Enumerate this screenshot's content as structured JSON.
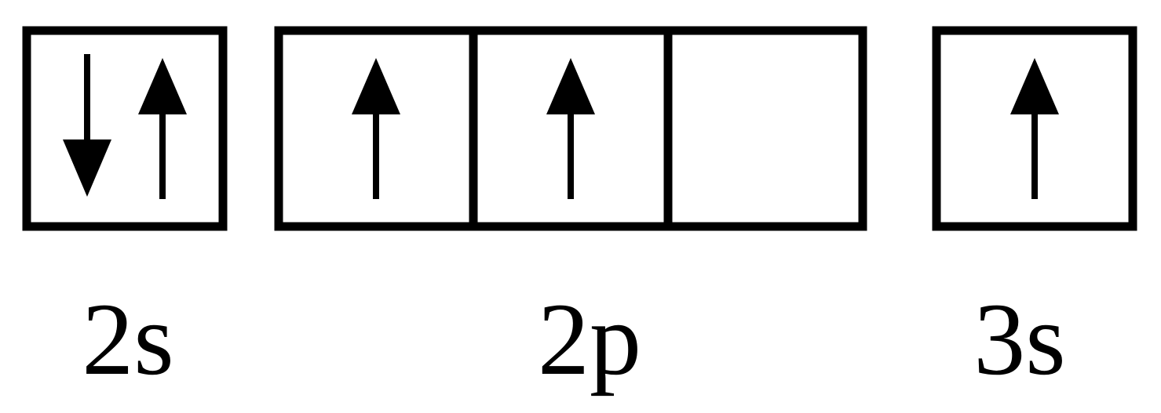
{
  "diagram": {
    "colors": {
      "stroke": "#000000",
      "background": "#ffffff"
    },
    "orbitals": [
      {
        "label": "2s",
        "boxes": [
          {
            "electrons": [
              "down",
              "up"
            ]
          }
        ]
      },
      {
        "label": "2p",
        "boxes": [
          {
            "electrons": [
              "up"
            ]
          },
          {
            "electrons": [
              "up"
            ]
          },
          {
            "electrons": []
          }
        ]
      },
      {
        "label": "3s",
        "boxes": [
          {
            "electrons": [
              "up"
            ]
          }
        ]
      }
    ]
  }
}
